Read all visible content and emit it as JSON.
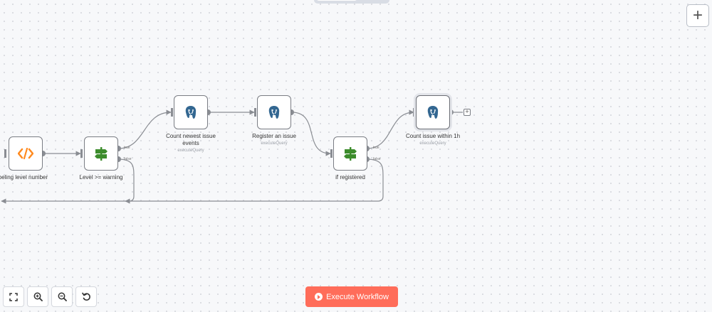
{
  "colors": {
    "accent": "#ff6d5a",
    "edge": "#8a8d93",
    "if_icon": "#3c8c2c",
    "code_icon": "#ff8a1f",
    "postgres_icon": "#336791"
  },
  "nodes": [
    {
      "id": "code",
      "label": "Labeling level number",
      "icon": "code-icon"
    },
    {
      "id": "if1",
      "label": "Level >= warning",
      "icon": "if-signpost-icon",
      "outputs": [
        "true",
        "false"
      ]
    },
    {
      "id": "pg1",
      "label": "Count newest issue events",
      "sub": "executeQuery",
      "icon": "postgres-icon"
    },
    {
      "id": "pg2",
      "label": "Register an issue",
      "sub": "executeQuery",
      "icon": "postgres-icon"
    },
    {
      "id": "if2",
      "label": "if registered",
      "icon": "if-signpost-icon",
      "outputs": [
        "true",
        "false"
      ]
    },
    {
      "id": "pg3",
      "label": "Count issue within 1h",
      "sub": "executeQuery",
      "icon": "postgres-icon"
    }
  ],
  "controls": {
    "add_node_label": "+",
    "add_after_label": "+",
    "execute_label": "Execute Workflow",
    "zoom_buttons": [
      {
        "name": "fit-view",
        "icon": "fit-view-icon"
      },
      {
        "name": "zoom-in",
        "icon": "zoom-in-icon"
      },
      {
        "name": "zoom-out",
        "icon": "zoom-out-icon"
      },
      {
        "name": "reset-zoom",
        "icon": "undo-icon"
      }
    ]
  }
}
